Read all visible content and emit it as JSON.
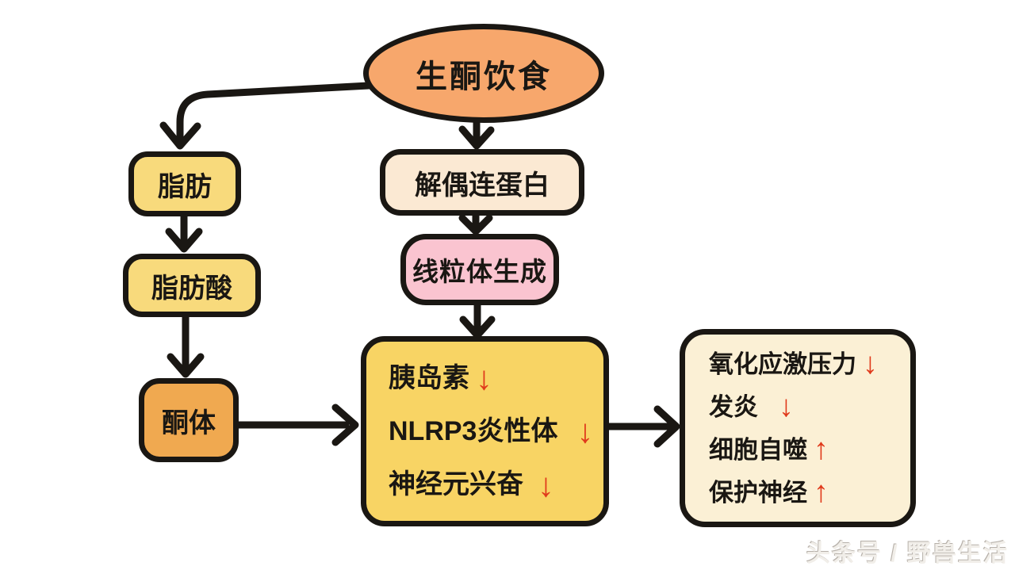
{
  "nodes": {
    "ketogenic_diet": {
      "label": "生酮饮食"
    },
    "fat": {
      "label": "脂肪"
    },
    "fatty_acid": {
      "label": "脂肪酸"
    },
    "ketone_bodies": {
      "label": "酮体"
    },
    "uncoupling_protein": {
      "label": "解偶连蛋白"
    },
    "mitochondrial_biogenesis": {
      "label": "线粒体生成"
    },
    "mid_effects": {
      "items": [
        {
          "text": "胰岛素",
          "direction": "down",
          "glyph": "↓"
        },
        {
          "text": "NLRP3炎性体",
          "direction": "down",
          "glyph": "↓"
        },
        {
          "text": "神经元兴奋",
          "direction": "down",
          "glyph": "↓"
        }
      ]
    },
    "right_effects": {
      "items": [
        {
          "text": "氧化应激压力",
          "direction": "down",
          "glyph": "↓"
        },
        {
          "text": "发炎",
          "direction": "down",
          "glyph": "↓"
        },
        {
          "text": "细胞自噬",
          "direction": "up",
          "glyph": "↑"
        },
        {
          "text": "保护神经",
          "direction": "up",
          "glyph": "↑"
        }
      ]
    }
  },
  "edges": [
    {
      "from": "ketogenic_diet",
      "to": "fat"
    },
    {
      "from": "ketogenic_diet",
      "to": "uncoupling_protein"
    },
    {
      "from": "fat",
      "to": "fatty_acid"
    },
    {
      "from": "fatty_acid",
      "to": "ketone_bodies"
    },
    {
      "from": "uncoupling_protein",
      "to": "mitochondrial_biogenesis"
    },
    {
      "from": "mitochondrial_biogenesis",
      "to": "mid_effects"
    },
    {
      "from": "ketone_bodies",
      "to": "mid_effects"
    },
    {
      "from": "mid_effects",
      "to": "right_effects"
    }
  ],
  "watermark": "头条号 / 野兽生活",
  "colors": {
    "ellipse_fill": "#f7a76c",
    "yellow_box_fill": "#f8da7c",
    "ketone_fill": "#f0a950",
    "cream_box_fill": "#fbe9d3",
    "pink_box_fill": "#fac4d0",
    "big_box_fill": "#f8d464",
    "right_box_fill": "#fbf0d5",
    "outline": "#1a1713",
    "effect_arrow_red": "#e03a1c"
  }
}
